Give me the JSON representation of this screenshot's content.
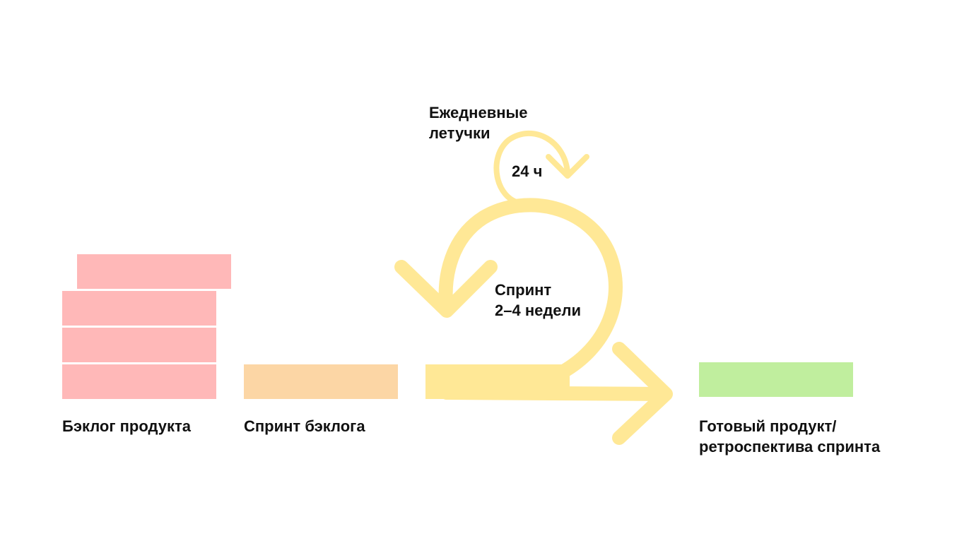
{
  "labels": {
    "product_backlog": "Бэклог продукта",
    "sprint_backlog": "Спринт бэклога",
    "daily_1": "Ежедневные",
    "daily_2": "летучки",
    "hours": "24 ч",
    "sprint_1": "Спринт",
    "sprint_2": "2–4 недели",
    "done_1": "Готовый продукт/",
    "done_2": "ретроспектива спринта"
  },
  "colors": {
    "backlog": "#FFB8B8",
    "sprint_backlog": "#FCD6A5",
    "sprint": "#FFE896",
    "done": "#C0EE9E"
  }
}
